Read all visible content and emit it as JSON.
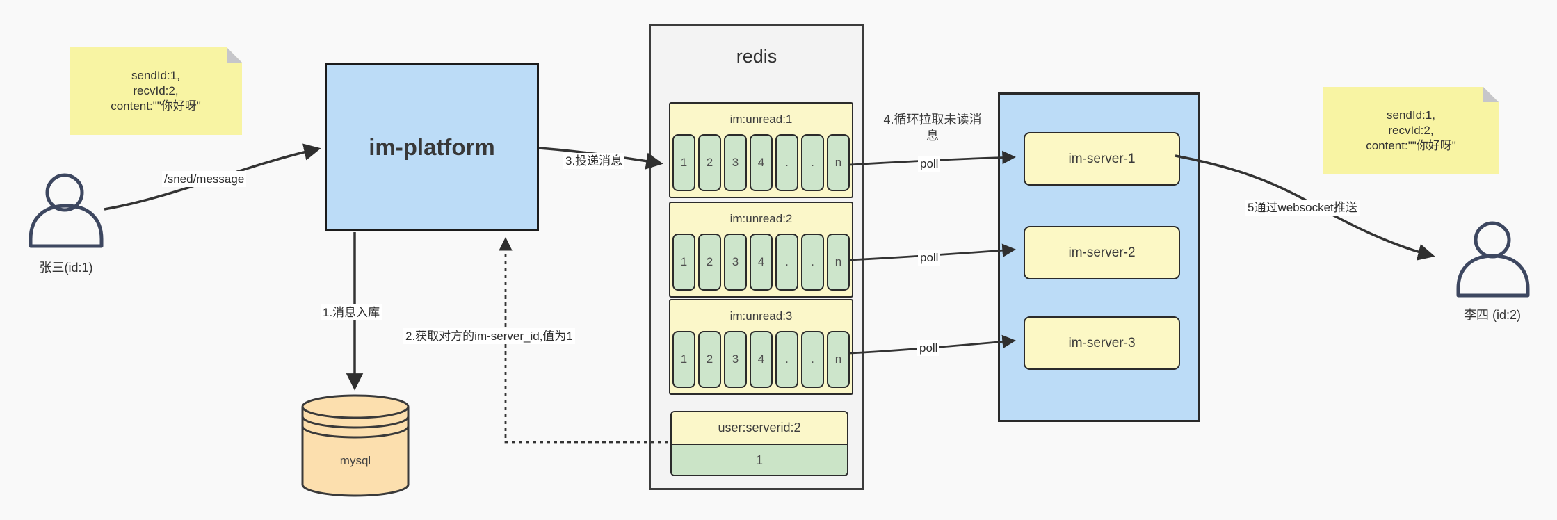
{
  "notes": {
    "left": {
      "lines": [
        "sendId:1,",
        "recvId:2,",
        "content:\"\"你好呀\""
      ]
    },
    "right": {
      "lines": [
        "sendId:1,",
        "recvId:2,",
        "content:\"\"你好呀\""
      ]
    }
  },
  "actors": {
    "sender": {
      "label": "张三(id:1)"
    },
    "receiver": {
      "label": "李四  (id:2)"
    }
  },
  "platform": {
    "label": "im-platform"
  },
  "mysql": {
    "label": "mysql"
  },
  "redis": {
    "title": "redis",
    "queues": [
      {
        "name": "im:unread:1",
        "cells": [
          "1",
          "2",
          "3",
          "4",
          ".",
          ".",
          "n"
        ]
      },
      {
        "name": "im:unread:2",
        "cells": [
          "1",
          "2",
          "3",
          "4",
          ".",
          ".",
          "n"
        ]
      },
      {
        "name": "im:unread:3",
        "cells": [
          "1",
          "2",
          "3",
          "4",
          ".",
          ".",
          "n"
        ]
      }
    ],
    "kv": {
      "key": "user:serverid:2",
      "value": "1"
    }
  },
  "servers": {
    "items": [
      {
        "label": "im-server-1"
      },
      {
        "label": "im-server-2"
      },
      {
        "label": "im-server-3"
      }
    ]
  },
  "edges": {
    "send": "/sned/message",
    "store": "1.消息入库",
    "get_server_id": "2.获取对方的im-server_id,值为1",
    "deliver": "3.投递消息",
    "poll_note_line1": "4.循环拉取未读消",
    "poll_note_line2": "息",
    "poll": "poll",
    "push": "5通过websocket推送"
  },
  "colors": {
    "background": "#f9f9f9",
    "sticky": "#f8f4a3",
    "blue_fill": "#bcdcf7",
    "yellow_fill": "#fbf7c9",
    "green_fill": "#cde5cb",
    "mysql_fill": "#fcdfae",
    "arrow": "#333333"
  }
}
